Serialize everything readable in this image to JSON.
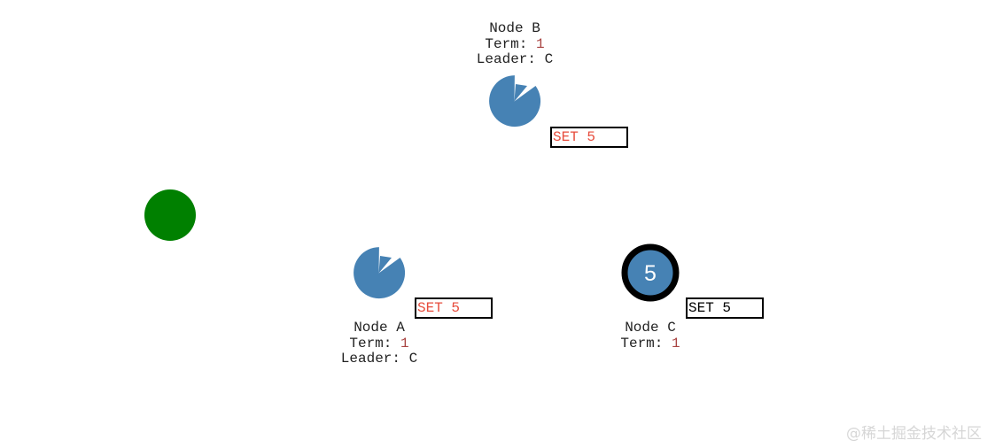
{
  "nodes": {
    "a": {
      "name": "Node A",
      "term_label": "Term:",
      "term": "1",
      "leader_label": "Leader:",
      "leader": "C",
      "log": "SET 5"
    },
    "b": {
      "name": "Node B",
      "term_label": "Term:",
      "term": "1",
      "leader_label": "Leader:",
      "leader": "C",
      "log": "SET 5"
    },
    "c": {
      "name": "Node C",
      "term_label": "Term:",
      "term": "1",
      "value": "5",
      "log": "SET 5"
    }
  },
  "colors": {
    "follower_node": "#4682b4",
    "leader_ring": "#000000",
    "client": "#008000",
    "uncommitted_log": "#e74c3c",
    "committed_log": "#000000",
    "term_value": "#a94442"
  },
  "watermark": "@稀土掘金技术社区"
}
